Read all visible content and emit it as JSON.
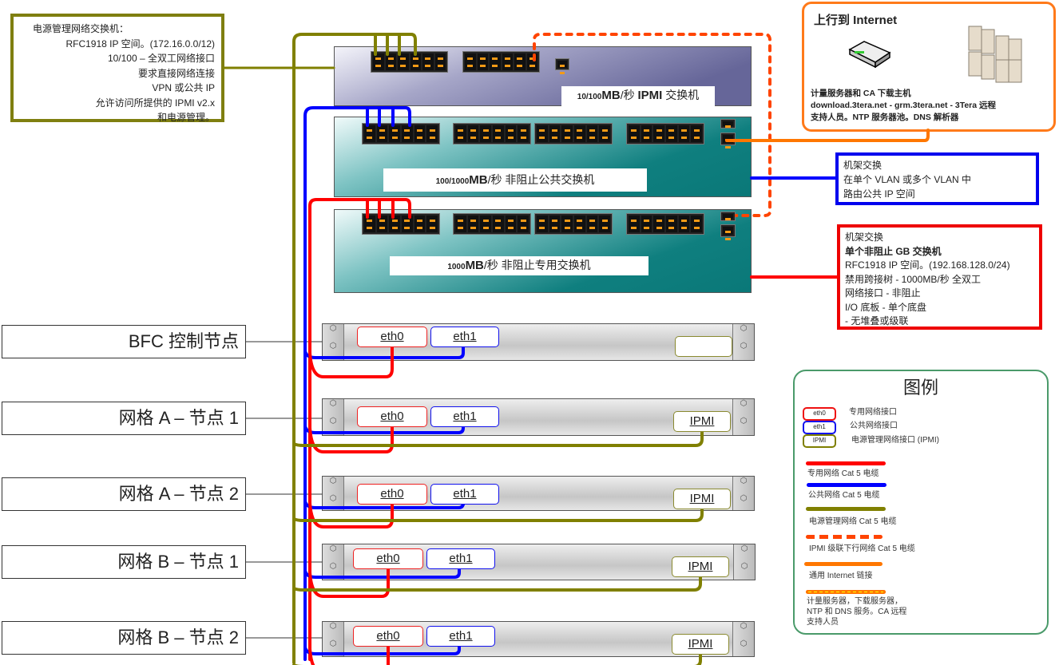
{
  "ipmi_note": {
    "lines": [
      "电源管理网络交换机：",
      "RFC1918 IP 空间。(172.16.0.0/12)",
      "10/100 – 全双工网络接口",
      "要求直接网络连接",
      "VPN 或公共 IP",
      "允许访问所提供的 IPMI v2.x",
      "和电源管理。"
    ]
  },
  "internet_box": {
    "title": "上行到 Internet",
    "lines": [
      "计量服务器和 CA 下载主机",
      "download.3tera.net - grm.3tera.net - 3Tera 远程",
      "支持人员。NTP 服务器池。DNS 解析器"
    ],
    "icons": [
      "router-icon",
      "server-cluster-icon"
    ]
  },
  "public_note": {
    "lines": [
      "机架交换",
      "在单个 VLAN 或多个 VLAN 中",
      "路由公共 IP 空间"
    ]
  },
  "private_note": {
    "lines": [
      "机架交换",
      "单个非阻止 GB 交换机",
      "RFC1918 IP 空间。(192.168.128.0/24)",
      "禁用跨接树 - 1000MB/秒 全双工",
      "网络接口 - 非阻止",
      "I/O 底板 - 单个底盘",
      "- 无堆叠或级联"
    ]
  },
  "switches": {
    "ipmi": {
      "speed": "10/100",
      "unit": "MB",
      "suffix": "/秒 ",
      "bold": "IPMI",
      "name": " 交换机"
    },
    "public": {
      "speed": "100/1000",
      "unit": "MB",
      "suffix": "/秒 ",
      "name": "非阻止公共交换机"
    },
    "private": {
      "speed": "1000",
      "unit": "MB",
      "suffix": "/秒 ",
      "name": "非阻止专用交换机"
    }
  },
  "nodes": [
    {
      "label": "BFC 控制节点",
      "eth0": "eth0",
      "eth1": "eth1",
      "ipmi": ""
    },
    {
      "label": "网格 A – 节点 1",
      "eth0": "eth0",
      "eth1": "eth1",
      "ipmi": "IPMI"
    },
    {
      "label": "网格 A – 节点 2",
      "eth0": "eth0",
      "eth1": "eth1",
      "ipmi": "IPMI"
    },
    {
      "label": "网格 B – 节点 1",
      "eth0": "eth0",
      "eth1": "eth1",
      "ipmi": "IPMI"
    },
    {
      "label": "网格 B – 节点 2",
      "eth0": "eth0",
      "eth1": "eth1",
      "ipmi": "IPMI"
    }
  ],
  "legend": {
    "title": "图例",
    "nics": [
      {
        "tag": "eth0",
        "label": "专用网络接口",
        "color": "#ee1111"
      },
      {
        "tag": "eth1",
        "label": "公共网络接口",
        "color": "#1111ee"
      },
      {
        "tag": "IPMI",
        "label": "电源管理网络接口 (IPMI)",
        "color": "#7f7f00"
      }
    ],
    "cables": [
      {
        "label": "专用网络 Cat 5 电缆",
        "color": "#ff0000"
      },
      {
        "label": "公共网络 Cat 5 电缆",
        "color": "#0000ff"
      },
      {
        "label": "电源管理网络 Cat 5 电缆",
        "color": "#808000"
      },
      {
        "label": "IPMI 级联下行网络 Cat 5 电缆",
        "color": "#ff4400"
      },
      {
        "label": "通用 Internet 链接",
        "color": "#ff7700"
      },
      {
        "label": "计量服务器，下载服务器，",
        "label2": "NTP 和 DNS 服务。CA 远程",
        "label3": "支持人员",
        "color": "#ff7700"
      }
    ]
  },
  "colors": {
    "private": "#ff0000",
    "public": "#0000ff",
    "ipmi": "#808000",
    "cascade": "#ff4400",
    "internet": "#ff7700",
    "legend_border": "#4a9a6a"
  }
}
